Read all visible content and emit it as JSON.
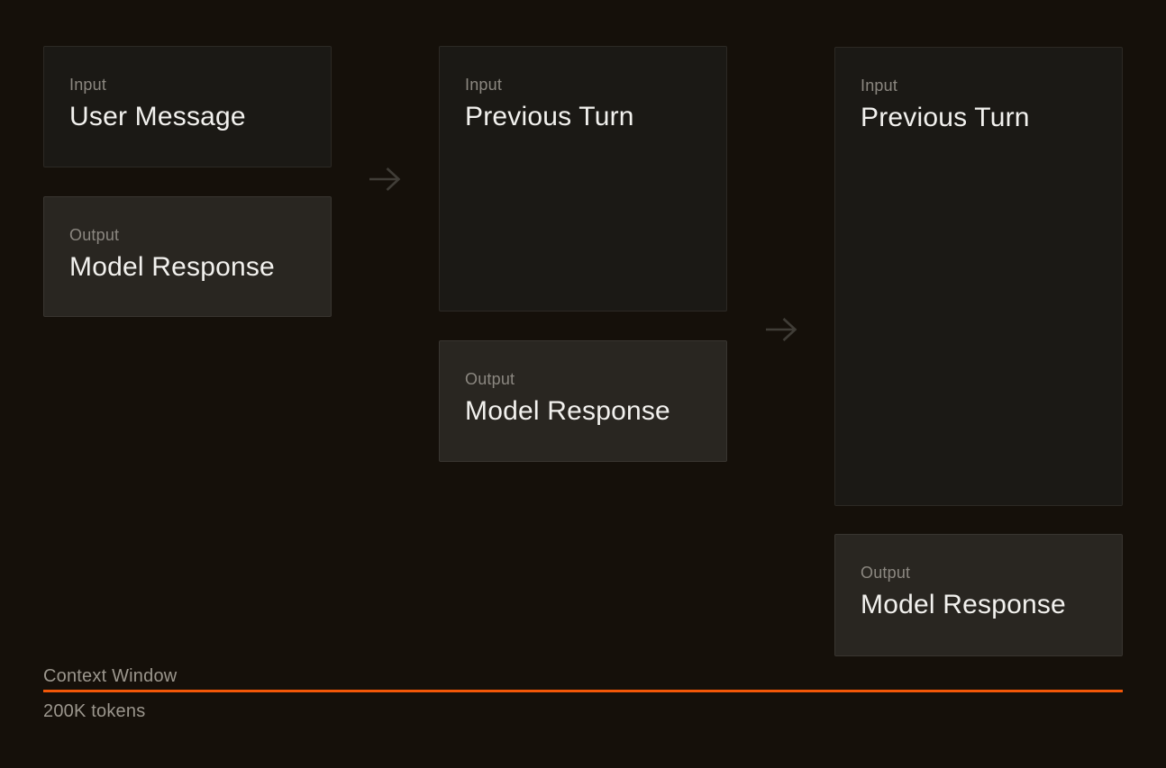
{
  "colors": {
    "background": "#15100A",
    "accent": "#F25708",
    "arrow": "#403D37"
  },
  "turns": [
    {
      "input": {
        "label": "Input",
        "title": "User Message"
      },
      "output": {
        "label": "Output",
        "title": "Model Response"
      }
    },
    {
      "input": {
        "label": "Input",
        "title": "Previous Turn"
      },
      "output": {
        "label": "Output",
        "title": "Model Response"
      }
    },
    {
      "input": {
        "label": "Input",
        "title": "Previous Turn"
      },
      "output": {
        "label": "Output",
        "title": "Model Response"
      }
    }
  ],
  "footer": {
    "label": "Context Window",
    "value": "200K tokens"
  }
}
